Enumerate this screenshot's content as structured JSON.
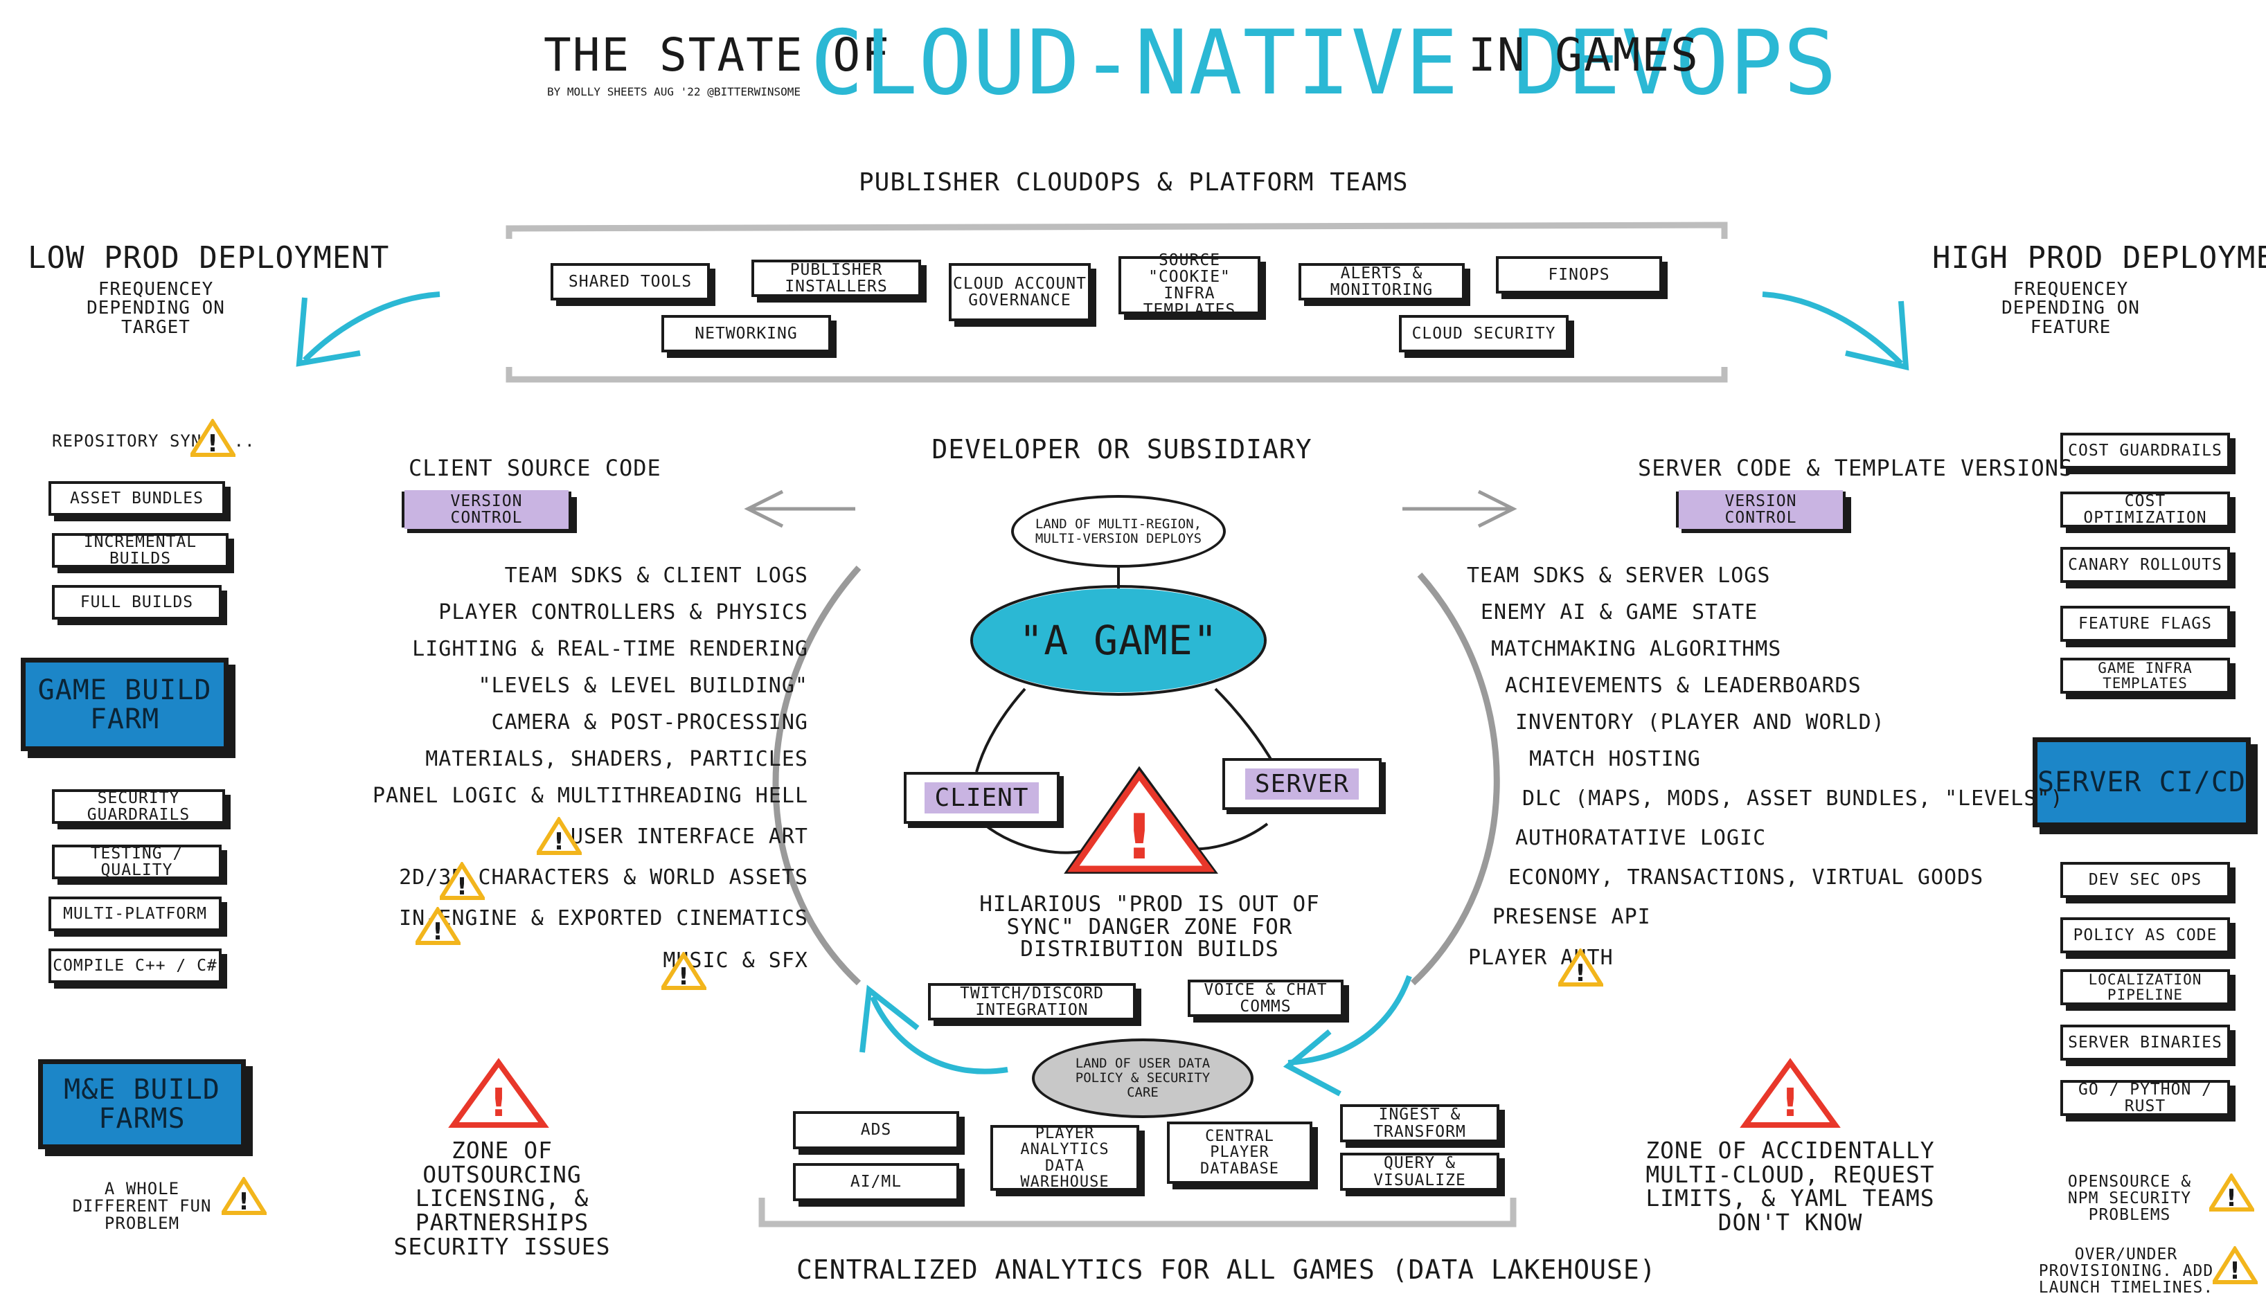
{
  "title": {
    "prefix": "The State of",
    "highlight": "Cloud-Native DevOps",
    "suffix": "in Games",
    "byline": "By Molly Sheets Aug '22 @bitterwinsome"
  },
  "publisher": {
    "heading": "Publisher CloudOps & Platform Teams",
    "boxes": [
      "Shared Tools",
      "Publisher Installers",
      "Cloud Account Governance",
      "Source \"Cookie\" Infra Templates",
      "Alerts & Monitoring",
      "FinOps",
      "Networking",
      "Cloud Security"
    ]
  },
  "low_prod": {
    "title": "Low Prod Deployment",
    "subtitle": "Frequencey depending on target"
  },
  "high_prod": {
    "title": "High Prod Deployment",
    "subtitle": "Frequencey depending on feature"
  },
  "left_column": {
    "repo_syncs": "Repository syncs...",
    "items_top": [
      "Asset Bundles",
      "Incremental Builds",
      "Full Builds"
    ],
    "build_farm": "Game Build Farm",
    "items_bottom": [
      "Security Guardrails",
      "Testing / Quality",
      "Multi-Platform",
      "Compile C++ / C#"
    ],
    "me_build": "M&E Build Farms",
    "fun_problem": "A whole different fun problem"
  },
  "right_column": {
    "items_top": [
      "Cost Guardrails",
      "Cost Optimization",
      "Canary Rollouts",
      "Feature Flags",
      "Game Infra Templates"
    ],
    "server_cicd": "Server CI/CD",
    "items_bottom": [
      "Dev Sec Ops",
      "Policy as Code",
      "Localization Pipeline",
      "Server Binaries",
      "Go / Python / Rust"
    ],
    "opensource": "Opensource & NPM security problems",
    "provisioning": "Over/under provisioning. Add launch timelines."
  },
  "client_side": {
    "source_label": "Client Source Code",
    "version_control": "Version Control",
    "items": [
      "Team SDKs & Client Logs",
      "Player Controllers & Physics",
      "Lighting & Real-Time Rendering",
      "\"Levels & Level Building\"",
      "Camera & Post-Processing",
      "Materials, Shaders, Particles",
      "Panel Logic & Multithreading Hell",
      "User Interface Art",
      "2D/3D Characters & World Assets",
      "In-Engine & Exported Cinematics",
      "Music & SFX"
    ]
  },
  "server_side": {
    "source_label": "Server Code & Template Versions",
    "version_control": "Version Control",
    "items": [
      "Team SDKs & Server Logs",
      "Enemy AI & Game State",
      "Matchmaking Algorithms",
      "Achievements & Leaderboards",
      "Inventory (Player and World)",
      "Match Hosting",
      "DLC (Maps, Mods, Asset Bundles, \"Levels\")",
      "Authoratative Logic",
      "Economy, Transactions, Virtual Goods",
      "Presense API",
      "Player Auth"
    ]
  },
  "center": {
    "developer": "Developer or Subsidiary",
    "multi_region": "Land of multi-region, multi-version deploys",
    "game": "\"A Game\"",
    "client": "Client",
    "server": "Server",
    "danger": "Hilarious \"prod is out of sync\" danger zone for distribution builds",
    "twitch": "Twitch/Discord Integration",
    "voice": "Voice & Chat Comms",
    "user_data": "Land of user data policy & security care"
  },
  "analytics": {
    "boxes": [
      "Ads",
      "AI/ML",
      "Player Analytics Data Warehouse",
      "Central Player Database",
      "Ingest & Transform",
      "Query & Visualize"
    ],
    "footer": "Centralized Analytics for all games (Data Lakehouse)"
  },
  "zones": {
    "outsourcing": "Zone of outsourcing licensing, & partnerships security issues",
    "multicloud": "Zone of accidentally multi-cloud, request limits, & YAML teams don't know"
  },
  "colors": {
    "accent": "#2bb8d4",
    "blue_box": "#1c86c8",
    "purple": "#c9b4e2",
    "danger": "#e8372a",
    "warning": "#f2b51c",
    "gray": "#9a9a9a"
  }
}
